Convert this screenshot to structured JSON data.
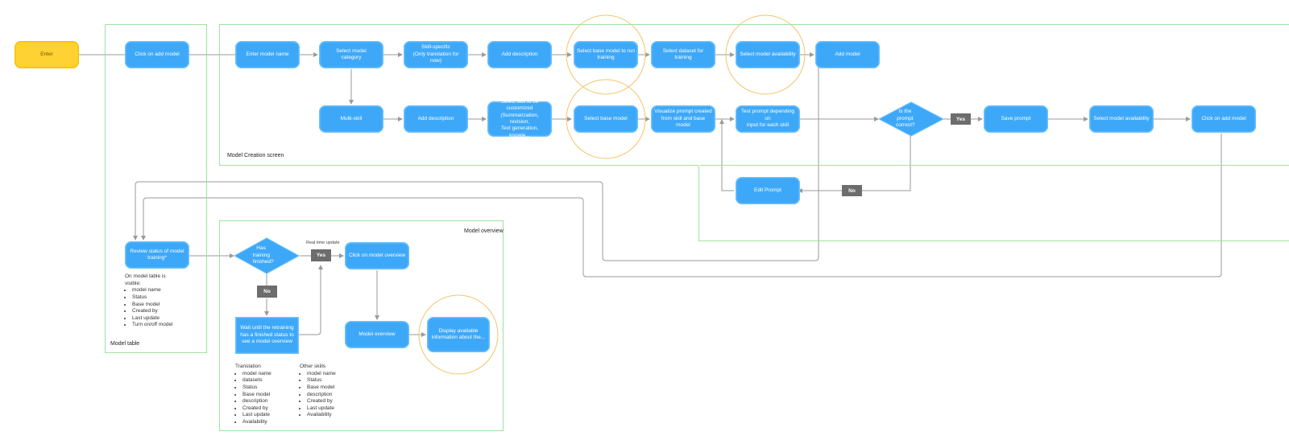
{
  "frames": {
    "model_table": "Model table",
    "model_creation": "Model Creation screen",
    "model_overview": "Model overview"
  },
  "nodes": {
    "enter": "Enter",
    "click_add_model": "Click on add model",
    "enter_model_name": "Enter model name",
    "select_category": "Select model category",
    "skill_specific": [
      "Skill-specific",
      "(Only translation for now)"
    ],
    "add_description_1": "Add description",
    "select_base_run": [
      "Select base model to run",
      "training"
    ],
    "select_dataset": "Select dataset for training",
    "select_availability_1": "Select model availability",
    "add_model": "Add model",
    "multi_skill": "Multi-skill",
    "add_description_2": "Add description",
    "select_skill": [
      "Select skill to be",
      "customized",
      "(Summarization, revision,",
      "Text generation, knowle..."
    ],
    "select_base_model": "Select base model",
    "visualize_prompt": [
      "Visualize prompt created",
      "from skill and base model"
    ],
    "test_prompt": [
      "Test prompt depending on",
      "input for each skill"
    ],
    "prompt_correct": [
      "Is the prompt",
      "correct?"
    ],
    "save_prompt": "Save prompt",
    "select_availability_2": "Select model availability",
    "click_add_model_2": "Click on add model",
    "edit_prompt": "Edit Prompt",
    "review_status": [
      "Review status of model",
      "training*"
    ],
    "training_finished": [
      "Has training",
      "finished?"
    ],
    "click_overview": "Click on model overview",
    "wait_retraining": [
      "Wait until the retraining",
      "has a finished status to",
      "see a model overview"
    ],
    "model_overview": "Model overview",
    "display_info": [
      "Display available",
      "information about the..."
    ]
  },
  "tags": {
    "yes_prompt": "Yes",
    "no_prompt": "No",
    "yes_training": "Yes",
    "no_training": "No"
  },
  "annotations": {
    "realtime": "Real time update"
  },
  "model_table_note": {
    "intro": [
      "On model table is",
      "visible:"
    ],
    "items": [
      "model name",
      "Status",
      "Base model",
      "Created by",
      "Last update",
      "Turn on/off model"
    ]
  },
  "translation_list": {
    "title": "Translation",
    "items": [
      "model name",
      "datasets",
      "Status",
      "Base model",
      "description",
      "Created by",
      "Last update",
      "Availability"
    ]
  },
  "other_skills_list": {
    "title": "Other skills",
    "items": [
      "model name",
      "Status",
      "Base model",
      "description",
      "Created by",
      "Last update",
      "Availability"
    ]
  },
  "colors": {
    "node": "#3ea8f8",
    "start": "#ffd233",
    "frame": "#9de39d",
    "highlight": "#f2c46a",
    "tag": "#6d6d6d",
    "connector": "#9a9a9a"
  }
}
